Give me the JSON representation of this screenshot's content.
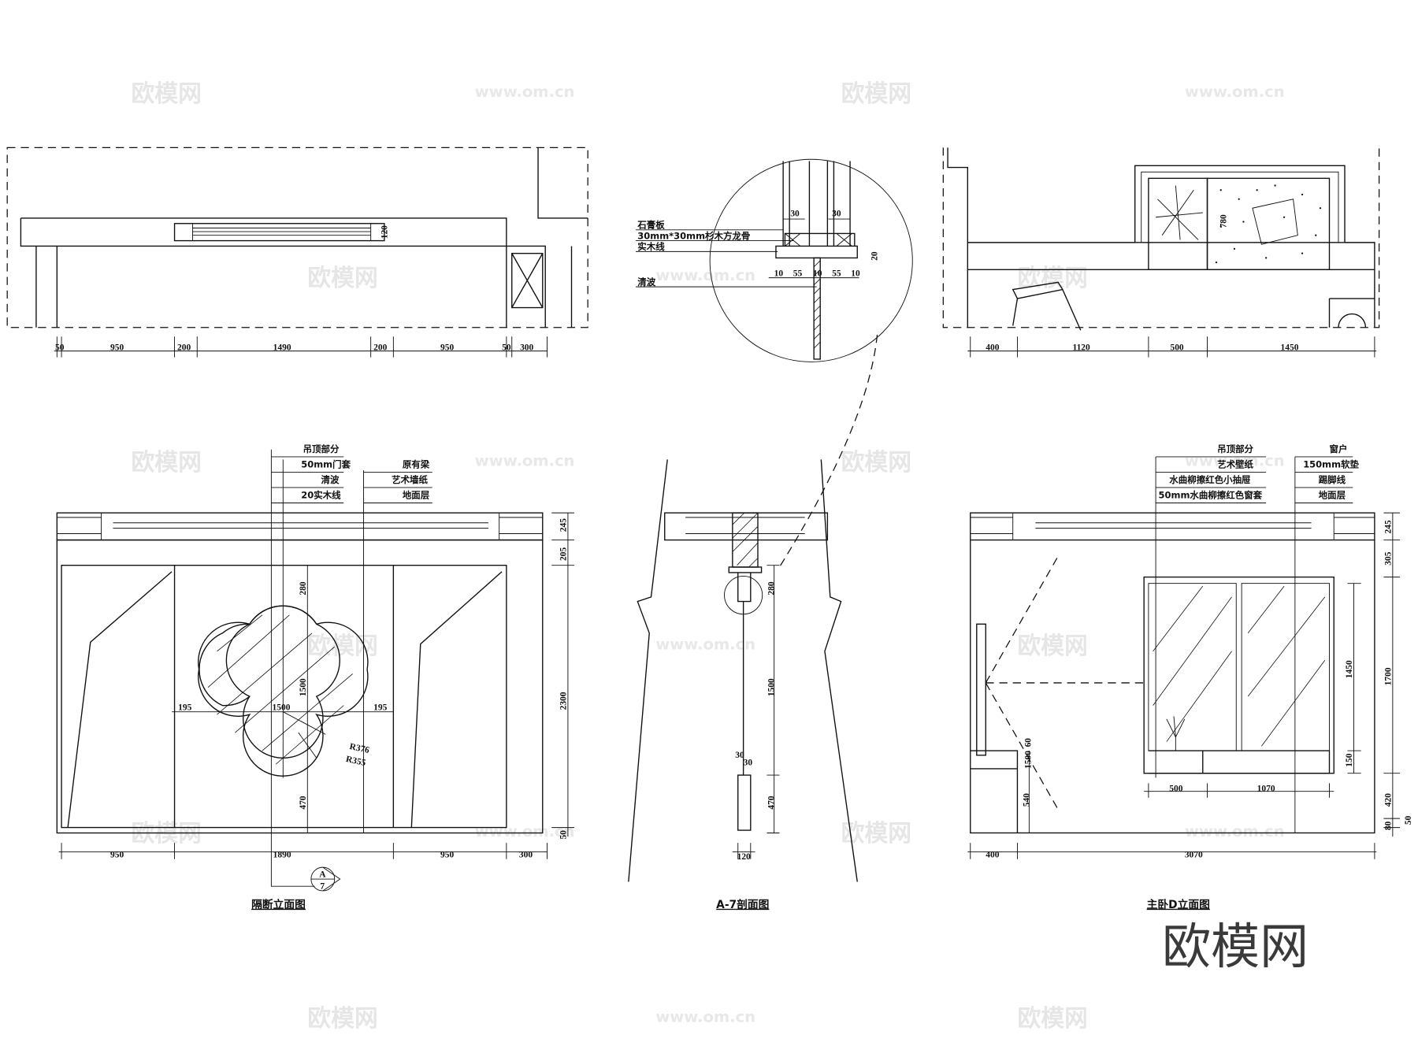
{
  "watermark": {
    "brand": "欧模网",
    "url": "www.om.cn",
    "logo": "欧模网"
  },
  "top_left": {
    "dims": [
      "50",
      "950",
      "200",
      "1490",
      "200",
      "950",
      "50",
      "300"
    ],
    "height_dim": "120"
  },
  "detail": {
    "labels": [
      "石膏板",
      "30mm*30mm杉木方龙骨",
      "实木线",
      "清波"
    ],
    "dims_top": [
      "30",
      "30"
    ],
    "dims_bottom": [
      "10",
      "55",
      "10",
      "55",
      "10"
    ],
    "dim_side": "20"
  },
  "top_right": {
    "dims": [
      "400",
      "1120",
      "500",
      "1450"
    ],
    "height_dim": "780"
  },
  "partition": {
    "title": "隔断立面图",
    "labels_left": [
      "吊顶部分",
      "50mm门套",
      "清波",
      "20实木线"
    ],
    "labels_right": [
      "原有梁",
      "艺术墙纸",
      "地面层"
    ],
    "dims_bottom": [
      "950",
      "1890",
      "950",
      "300"
    ],
    "dims_right": [
      "245",
      "205",
      "2300",
      "50"
    ],
    "dims_inner": [
      "280",
      "1500",
      "470"
    ],
    "dims_width": [
      "195",
      "1500",
      "195"
    ],
    "radii": [
      "R376",
      "R355"
    ],
    "section_marker": {
      "letter": "A",
      "number": "7"
    }
  },
  "section": {
    "title": "A-7剖面图",
    "dims": [
      "280",
      "1500",
      "30",
      "30",
      "470"
    ],
    "dim_bottom": "120"
  },
  "bedroom": {
    "title": "主卧D立面图",
    "labels_left": [
      "吊顶部分",
      "艺术壁纸",
      "水曲柳擦红色小抽屉",
      "50mm水曲柳擦红色窗套"
    ],
    "labels_right": [
      "窗户",
      "150mm软垫",
      "踢脚线",
      "地面层"
    ],
    "dims_bottom": [
      "400",
      "3070"
    ],
    "dims_window": [
      "500",
      "1070"
    ],
    "dims_right": [
      "245",
      "305",
      "1700",
      "420",
      "80",
      "50"
    ],
    "dims_inner": [
      "1450",
      "150",
      "540",
      "1500",
      "60"
    ]
  }
}
